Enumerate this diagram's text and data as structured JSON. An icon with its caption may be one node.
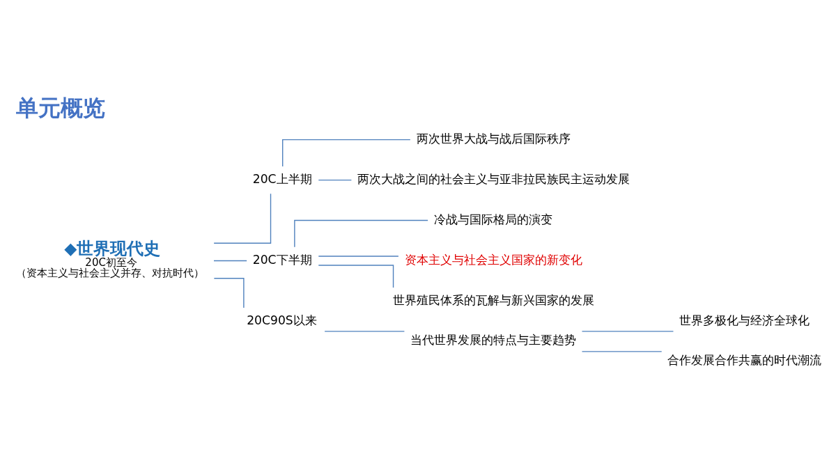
{
  "diagram": {
    "title": "单元概览",
    "nodes": [
      {
        "text": [
          "◆世界现代史",
          "20C初至今",
          "（资本主义与社会主义并存、对抗时代）"
        ]
      },
      {
        "text": [
          "20C上半期"
        ]
      },
      {
        "text": [
          "两次世界大战与战后国际秩序"
        ]
      },
      {
        "text": [
          "两次大战之间的社会主义与亚非拉民族民主运动发展"
        ]
      },
      {
        "text": [
          "20C下半期"
        ]
      },
      {
        "text": [
          "冷战与国际格局的演变"
        ]
      },
      {
        "text": [
          "资本主义与社会主义国家的新变化"
        ]
      },
      {
        "text": [
          "世界殖民体系的瓦解与新兴国家的发展"
        ]
      },
      {
        "text": [
          "20C90S以来"
        ]
      },
      {
        "text": [
          "当代世界发展的特点与主要趋势"
        ]
      },
      {
        "text": [
          "世界多极化与经济全球化"
        ]
      },
      {
        "text": [
          "合作发展合作共赢的时代潮流"
        ]
      }
    ],
    "edges": [
      {
        "from": 0,
        "to": 1,
        "arrow": "none"
      },
      {
        "from": 0,
        "to": 4,
        "arrow": "none"
      },
      {
        "from": 0,
        "to": 8,
        "arrow": "none"
      },
      {
        "from": 1,
        "to": 2,
        "arrow": "none"
      },
      {
        "from": 1,
        "to": 3,
        "arrow": "none"
      },
      {
        "from": 4,
        "to": 5,
        "arrow": "none"
      },
      {
        "from": 4,
        "to": 6,
        "arrow": "none"
      },
      {
        "from": 4,
        "to": 7,
        "arrow": "none"
      },
      {
        "from": 8,
        "to": 9,
        "arrow": "none"
      },
      {
        "from": 9,
        "to": 10,
        "arrow": "none"
      },
      {
        "from": 9,
        "to": 11,
        "arrow": "none"
      }
    ]
  }
}
